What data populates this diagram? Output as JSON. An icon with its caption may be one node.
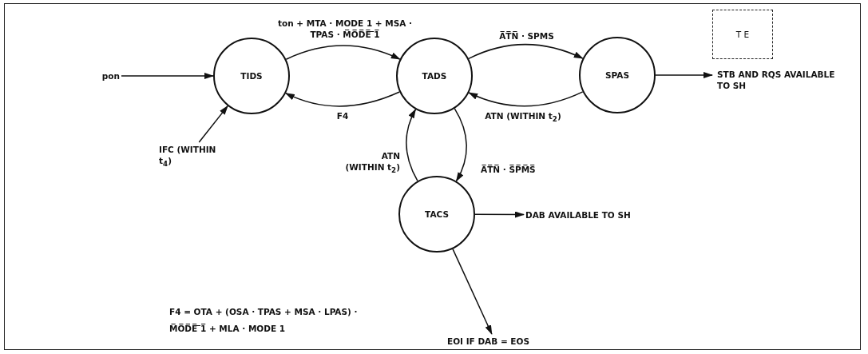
{
  "diagram": {
    "nodes": [
      {
        "text": [
          "pon"
        ]
      },
      {
        "text": [
          "TIDS"
        ]
      },
      {
        "text": [
          "TADS"
        ]
      },
      {
        "text": [
          "SPAS"
        ]
      },
      {
        "text": [
          "T E"
        ]
      },
      {
        "text": [
          "STB AND RQS AVAILABLE TO SH"
        ]
      },
      {
        "text": [
          "IFC (WITHIN t$_{4}$)"
        ]
      },
      {
        "text": [
          "TACS"
        ]
      },
      {
        "text": [
          "DAB AVAILABLE TO SH"
        ]
      },
      {
        "text": [
          "EOI IF DAB = EOS"
        ]
      }
    ],
    "edges": [
      {
        "from": 0,
        "to": 1,
        "arrow": "to"
      },
      {
        "from": 6,
        "to": 1,
        "arrow": "to"
      },
      {
        "from": 1,
        "to": 2,
        "arrow": "to",
        "label": "ton + MTA · MODE 1 + MSA · TPAS · M̅O̅D̅E̅ ̅1̅"
      },
      {
        "from": 2,
        "to": 1,
        "arrow": "to",
        "label": "F4"
      },
      {
        "from": 2,
        "to": 3,
        "arrow": "to",
        "label": "A̅T̅N̅ · SPMS"
      },
      {
        "from": 3,
        "to": 2,
        "arrow": "to",
        "label": "ATN (WITHIN t$_{2}$)"
      },
      {
        "from": 3,
        "to": 5,
        "arrow": "to"
      },
      {
        "from": 2,
        "to": 7,
        "arrow": "to",
        "label": "A̅T̅N̅ · S̅P̅M̅S̅"
      },
      {
        "from": 7,
        "to": 2,
        "arrow": "to",
        "label": "ATN (WITHIN t$_{2}$)"
      },
      {
        "from": 7,
        "to": 8,
        "arrow": "to"
      },
      {
        "from": 7,
        "to": 9,
        "arrow": "to"
      }
    ],
    "labels": [
      "F4 = OTA + (OSA · TPAS + MSA · LPAS) · M̅O̅D̅E̅ ̅1̅ + MLA · MODE 1"
    ]
  }
}
